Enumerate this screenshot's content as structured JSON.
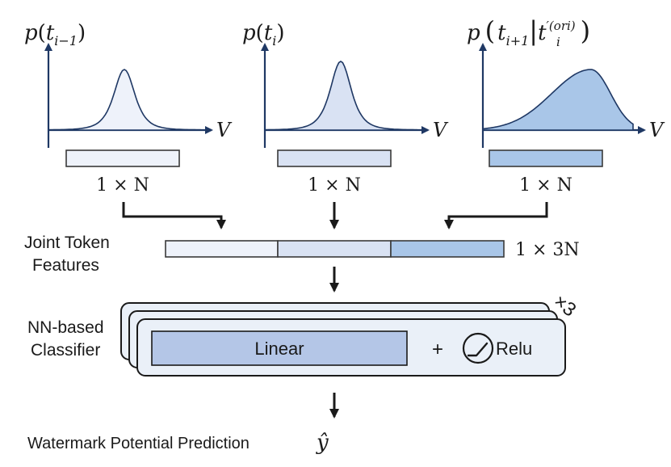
{
  "distributions": [
    {
      "label_p": "p",
      "label_arg": "t",
      "label_sub": "i−1",
      "axis_label": "V",
      "vector_label": "1 × N",
      "fill": "#eef2fa",
      "peak": 0.5
    },
    {
      "label_p": "p",
      "label_arg": "t",
      "label_sub": "i",
      "axis_label": "V",
      "vector_label": "1 × N",
      "fill": "#d9e2f3",
      "peak": 0.5
    },
    {
      "label_p": "p",
      "label_arg": "t",
      "label_sub": "i+1",
      "label_cond_arg": "t",
      "label_cond_sup": "′(ori)",
      "label_cond_sub": "i",
      "axis_label": "V",
      "vector_label": "1 × N",
      "fill": "#a9c6e8",
      "peak": 0.72
    }
  ],
  "joint": {
    "label_line1": "Joint Token",
    "label_line2": "Features",
    "dim_label": "1 × 3N"
  },
  "classifier": {
    "label_line1": "NN-based",
    "label_line2": "Classifier",
    "linear_label": "Linear",
    "plus": "+",
    "relu_label": "Relu",
    "repeat_label": "×3"
  },
  "output": {
    "label": "Watermark Potential Prediction",
    "symbol": "ŷ"
  },
  "colors": {
    "axis": "#1f3864",
    "stroke": "#3a3a3a",
    "light": "#eef2fa",
    "mid": "#d9e2f3",
    "dark": "#a9c6e8",
    "linear": "#b4c6e7",
    "card": "#eaf0f8"
  }
}
